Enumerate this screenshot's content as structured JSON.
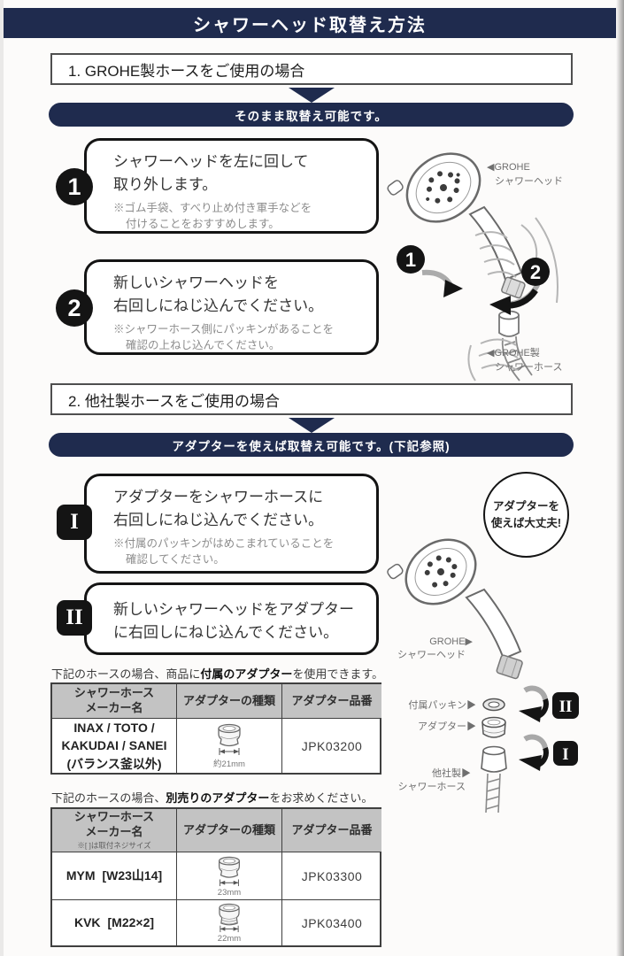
{
  "title_banner": "シャワーヘッド取替え方法",
  "section1": {
    "heading": "1. GROHE製ホースをご使用の場合",
    "result_banner": "そのまま取替え可能です。",
    "step1": {
      "badge": "1",
      "line1": "シャワーヘッドを左に回して",
      "line2": "取り外します。",
      "note_line1": "※ゴム手袋、すべり止め付き軍手などを",
      "note_line2": "付けることをおすすめします。"
    },
    "step2": {
      "badge": "2",
      "line1": "新しいシャワーヘッドを",
      "line2": "右回しにねじ込んでください。",
      "note_line1": "※シャワーホース側にパッキンがあることを",
      "note_line2": "確認の上ねじ込んでください。"
    },
    "figure": {
      "head_label_line1": "◀GROHE",
      "head_label_line2": "シャワーヘッド",
      "hose_label_line1": "◀GROHE製",
      "hose_label_line2": "シャワーホース",
      "badge1": "1",
      "badge2": "2"
    }
  },
  "section2": {
    "heading": "2. 他社製ホースをご使用の場合",
    "result_banner": "アダプターを使えば取替え可能です。(下記参照)",
    "stepA": {
      "badge": "I",
      "line1": "アダプターをシャワーホースに",
      "line2": "右回しにねじ込んでください。",
      "note_line1": "※付属のパッキンがはめこまれていることを",
      "note_line2": "確認してください。"
    },
    "stepB": {
      "badge": "II",
      "line1": "新しいシャワーヘッドをアダプター",
      "line2": "に右回しにねじ込んでください。"
    },
    "callout_line1": "アダプターを",
    "callout_line2": "使えば大丈夫!",
    "figure": {
      "head_label_line1": "GROHE▶",
      "head_label_line2": "シャワーヘッド",
      "packing_label": "付属パッキン▶",
      "adapter_label": "アダプター▶",
      "hose_label_line1": "他社製▶",
      "hose_label_line2": "シャワーホース",
      "badgeII": "II",
      "badgeI": "I"
    }
  },
  "included_table": {
    "intro_prefix": "下記のホースの場合、商品に",
    "intro_bold": "付属のアダプター",
    "intro_suffix": "を使用できます。",
    "headers": {
      "col1_line1": "シャワーホース",
      "col1_line2": "メーカー名",
      "col2": "アダプターの種類",
      "col3": "アダプター品番"
    },
    "rows": [
      {
        "maker_line1": "INAX / TOTO /",
        "maker_line2": "KAKUDAI / SANEI",
        "maker_line3": "(バランス釜以外)",
        "size": "約21mm",
        "part_no": "JPK03200"
      }
    ]
  },
  "separate_table": {
    "intro_prefix": "下記のホースの場合、",
    "intro_bold": "別売りのアダプター",
    "intro_suffix": "をお求めください。",
    "headers": {
      "col1_line1": "シャワーホース",
      "col1_line2": "メーカー名",
      "col1_note": "※[ ]は取付ネジサイズ",
      "col2": "アダプターの種類",
      "col3": "アダプター品番"
    },
    "rows": [
      {
        "maker": "MYM",
        "maker_size": "[W23山14]",
        "size": "23mm",
        "part_no": "JPK03300"
      },
      {
        "maker": "KVK",
        "maker_size": "[M22×2]",
        "size": "22mm",
        "part_no": "JPK03400"
      }
    ]
  },
  "colors": {
    "navy": "#1f2b4e",
    "badge_black": "#141414",
    "table_header_gray": "#c3c3c3"
  }
}
